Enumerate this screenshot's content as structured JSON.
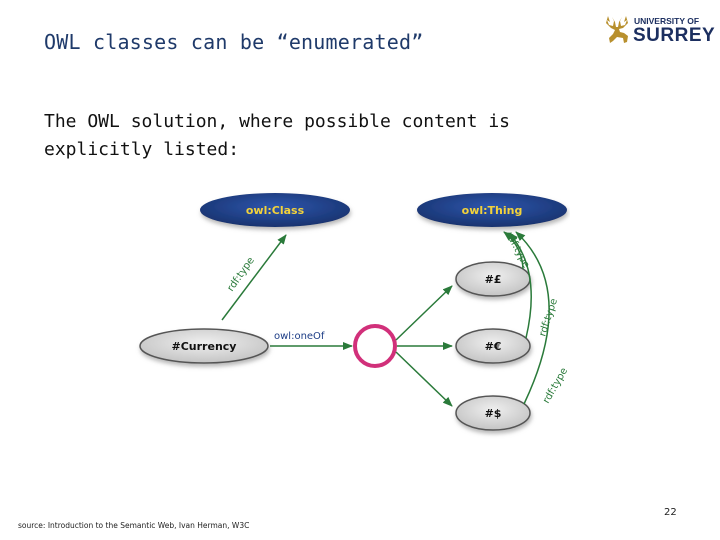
{
  "slide": {
    "title": "OWL classes can be “enumerated”",
    "body": "The OWL solution, where possible content is explicitly listed:",
    "source": "source: Introduction to the Semantic Web, Ivan Herman, W3C",
    "page_number": "22"
  },
  "logo": {
    "line1": "UNIVERSITY OF",
    "line2": "SURREY",
    "name": "stag-icon"
  },
  "diagram": {
    "nodes": {
      "owl_class": "owl:Class",
      "owl_thing": "owl:Thing",
      "pound": "#£",
      "euro": "#€",
      "dollar": "#$",
      "currency": "#Currency"
    },
    "edges": {
      "rdftype_class": "rdf:type",
      "oneof": "owl:oneOf",
      "rdftype_pound": "rdf:type",
      "rdftype_euro": "rdf:type",
      "rdftype_dollar": "rdf:type"
    },
    "colors": {
      "class_node": "#1d3d86",
      "class_label": "#f3d23a",
      "instance_node": "#d8d8d8",
      "arrow": "#2a7a3a",
      "blank_node": "#d1307a"
    }
  }
}
